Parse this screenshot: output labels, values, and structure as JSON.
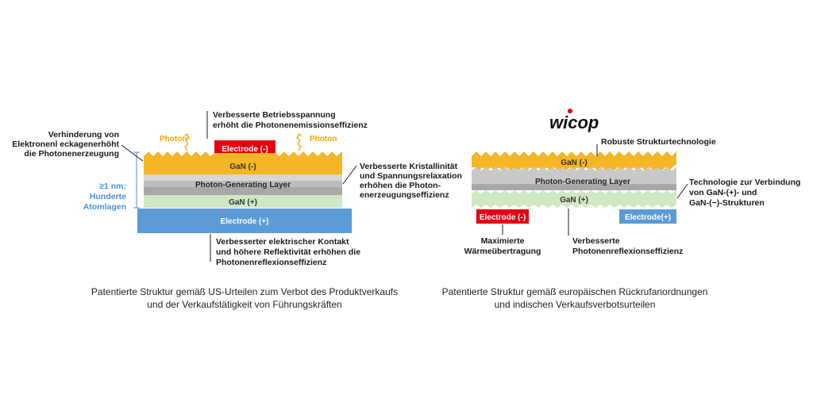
{
  "left_diagram": {
    "layers": {
      "gan_top": "GaN (-)",
      "photon_layer": "Photon-Generating Layer",
      "gan_bottom": "GaN (+)",
      "electrode_bottom": "Electrode (+)",
      "electrode_top": "Electrode (-)"
    },
    "photon_labels": [
      "Photon",
      "Photon"
    ],
    "annotations": {
      "top_center": [
        "Verbesserte Betriebsspannung",
        "erhöht die Photonenemissionseffizienz"
      ],
      "top_left": [
        "Verhinderung von",
        "Elektronenl eckagenerhöht",
        "die Photonenerzeugung"
      ],
      "thickness": [
        "≥1 nm:",
        "Hunderte",
        "Atomlagen"
      ],
      "right": [
        "Verbesserte Kristallinität",
        "und Spannungsrelaxation",
        "erhöhen die Photon-",
        "enerzeugungseffizienz"
      ],
      "bottom": [
        "Verbesserter elektrischer Kontakt",
        "und höhere Reflektivität erhöhen die",
        "Photonenreflexionseffizienz"
      ]
    },
    "caption": [
      "Patentierte Struktur gemäß US-Urteilen zum Verbot des Produktverkaufs",
      "und der Verkaufstätigkeit von Führungskräften"
    ]
  },
  "right_diagram": {
    "logo": "wicop",
    "layers": {
      "gan_top": "GaN (-)",
      "photon_layer": "Photon-Generating Layer",
      "gan_bottom": "GaN (+)",
      "electrode_left": "Electrode (-)",
      "electrode_right": "Electrode(+)"
    },
    "annotations": {
      "top": [
        "Robuste Strukturtechnologie"
      ],
      "right": [
        "Technologie zur Verbindung",
        "von GaN-(+)- und",
        "GaN-(−)-Strukturen"
      ],
      "bottom_left": [
        "Maximierte",
        "Wärmeübertragung"
      ],
      "bottom_center": [
        "Verbesserte",
        "Photonenreflexionseffizienz"
      ]
    },
    "caption": [
      "Patentierte Struktur gemäß europäischen Rückrufanordnungen",
      "und indischen Verkaufsverbotsurteilen"
    ]
  },
  "colors": {
    "gan_yellow": "#f4b526",
    "photon_gray": "#c9c9c9",
    "photon_gray_dark": "#a8a8a8",
    "gan_green": "#cfe7c3",
    "electrode_blue": "#5b9bd5",
    "electrode_red": "#e60012",
    "photon_text": "#f0a500",
    "thickness_text": "#4a90d9"
  }
}
